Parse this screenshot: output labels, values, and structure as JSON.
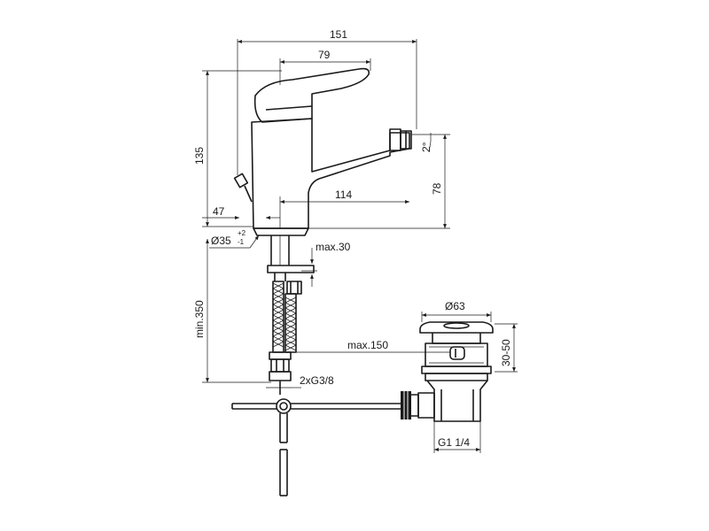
{
  "dimensions": {
    "width_overall": "151",
    "width_lever": "79",
    "height_body": "135",
    "height_outlet": "78",
    "reach": "114",
    "offset_left": "47",
    "angle": "2°",
    "base_diameter": "Ø35",
    "tol_plus": "+2",
    "tol_minus": "-1",
    "max_thickness": "max.30",
    "hose_length": "min.350",
    "connection": "2xG3/8",
    "waste_diameter": "Ø63",
    "waste_height": "30-50",
    "rod_max": "max.150",
    "waste_thread": "G1 1/4"
  }
}
